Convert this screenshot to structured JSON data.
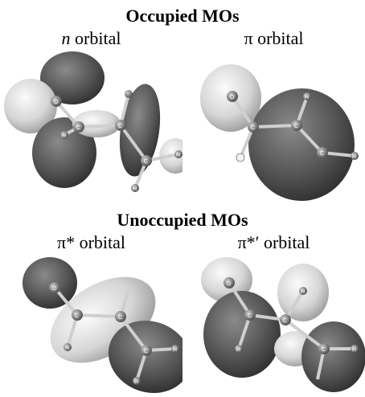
{
  "sections": {
    "occupied": {
      "title": "Occupied MOs",
      "panels": [
        {
          "symbol": "n",
          "suffix": " orbital",
          "atoms": [
            "O",
            "C",
            "C",
            "C",
            "H",
            "H",
            "H"
          ]
        },
        {
          "symbol": "π",
          "suffix": " orbital",
          "atoms": [
            "O",
            "C",
            "C",
            "C",
            "H",
            "H"
          ]
        }
      ]
    },
    "unoccupied": {
      "title": "Unoccupied MOs",
      "panels": [
        {
          "symbol": "π*",
          "suffix": " orbital",
          "atoms": [
            "O",
            "C",
            "C",
            "C",
            "H",
            "H",
            "H"
          ]
        },
        {
          "symbol": "π*′",
          "suffix": " orbital",
          "atoms": [
            "O",
            "C",
            "C",
            "C",
            "H",
            "H",
            "H"
          ]
        }
      ]
    }
  },
  "colors": {
    "dark_lobe": "#5a5a5a",
    "light_lobe": "#d8d8d8",
    "atom": "#8a8a8a",
    "background": "#ffffff"
  }
}
